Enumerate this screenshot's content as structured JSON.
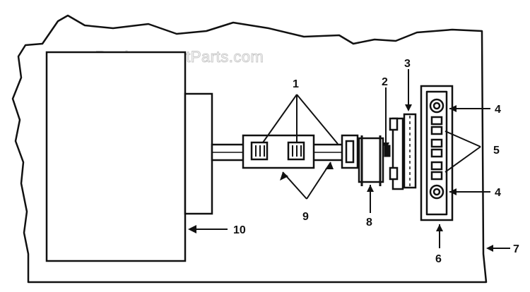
{
  "watermark": "eReplacementParts.com",
  "labels": {
    "l1": "1",
    "l2": "2",
    "l3": "3",
    "l4a": "4",
    "l4b": "4",
    "l5": "5",
    "l6": "6",
    "l7": "7",
    "l8": "8",
    "l9": "9",
    "l10": "10"
  },
  "colors": {
    "ink": "#111111",
    "paper": "#ffffff",
    "watermark": "#c8c8c8"
  }
}
